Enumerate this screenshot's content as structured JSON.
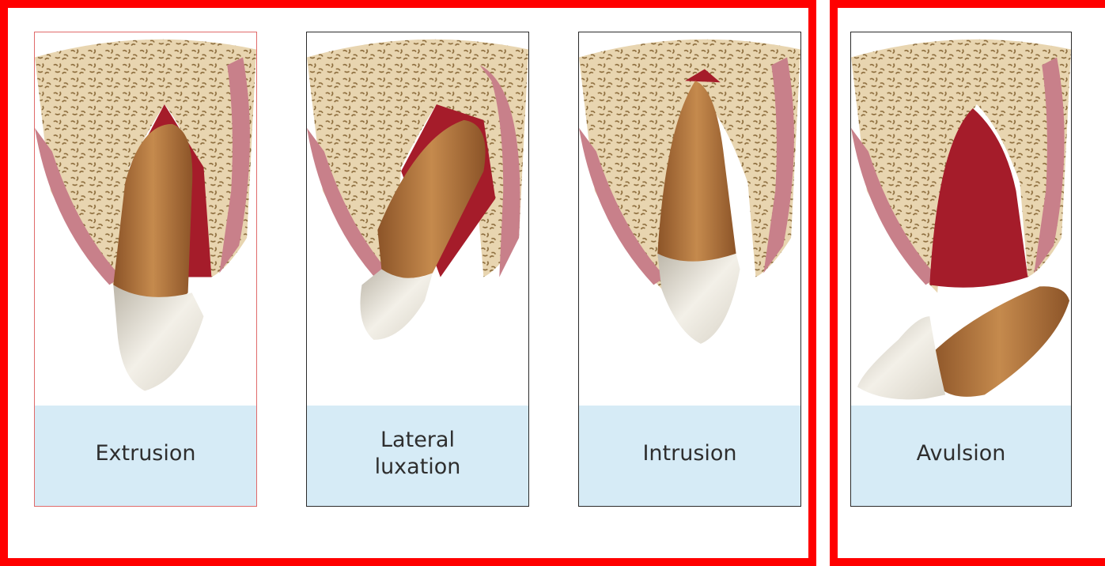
{
  "panels": [
    {
      "id": "extrusion",
      "label_lines": [
        "Extrusion"
      ],
      "frame_color": "#e06a6a"
    },
    {
      "id": "lateral-luxation",
      "label_lines": [
        "Lateral",
        "luxation"
      ],
      "frame_color": "#2b2b2b"
    },
    {
      "id": "intrusion",
      "label_lines": [
        "Intrusion"
      ],
      "frame_color": "#2b2b2b"
    },
    {
      "id": "avulsion",
      "label_lines": [
        "Avulsion"
      ],
      "frame_color": "#2b2b2b"
    }
  ],
  "colors": {
    "group_outline": "#ff0000",
    "caption_background": "#d6ebf6",
    "bone": "#e8d5b0",
    "bone_pores": "#8a6a3a",
    "gum": "#c8808a",
    "blood": "#a51c2a",
    "root": "#b0743e",
    "crown": "#ece8de"
  }
}
